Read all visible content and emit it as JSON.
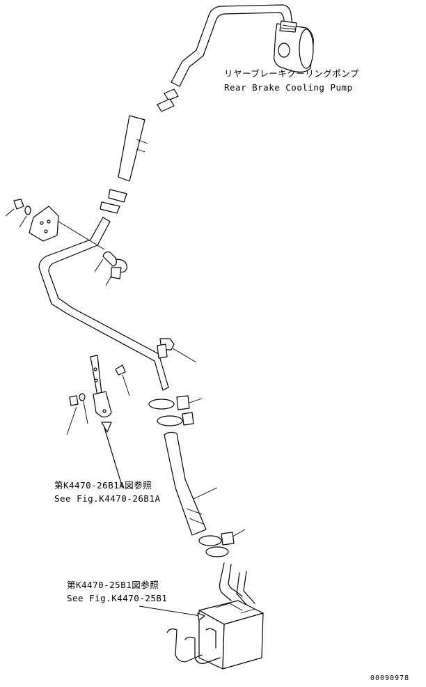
{
  "labels": {
    "pump_jp": "リヤーブレーキクーリングポンプ",
    "pump_en": "Rear Brake Cooling Pump",
    "ref1_jp": "第K4470-26B1A図参照",
    "ref1_en": "See Fig.K4470-26B1A",
    "ref2_jp": "第K4470-25B1図参照",
    "ref2_en": "See Fig.K4470-25B1",
    "drawing_no": "00090978"
  }
}
